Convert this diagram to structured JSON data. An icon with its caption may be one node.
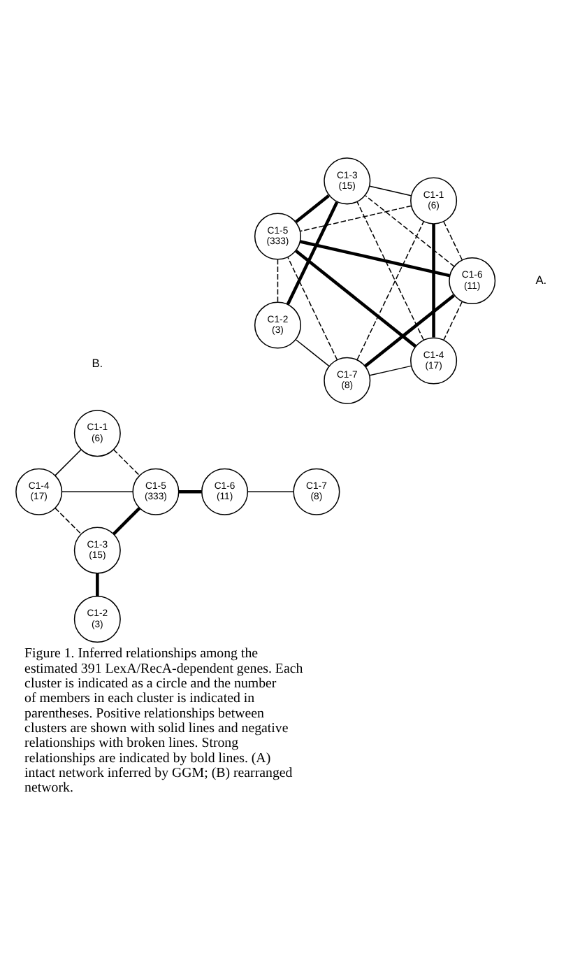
{
  "diagram": {
    "caption": "Figure 1. Inferred relationships among the estimated 391 LexA/RecA-dependent genes. Each cluster is indicated as a circle and the number of members in each cluster is indicated in parentheses. Positive relationships between clusters are shown with solid lines and negative relationships with broken lines. Strong relationships are indicated by bold lines. (A) intact network inferred by GGM; (B) rearranged network.",
    "nodes": [
      {
        "text": [
          "C1-7",
          "(8)"
        ]
      },
      {
        "text": [
          "C1-1",
          "(6)"
        ]
      },
      {
        "text": [
          "C1-6",
          "(11)"
        ]
      },
      {
        "text": [
          "C1-2",
          "(3)"
        ]
      },
      {
        "text": [
          "C1-5",
          "(333)"
        ]
      },
      {
        "text": [
          "C1-3",
          "(15)"
        ]
      },
      {
        "text": [
          "C1-4",
          "(17)"
        ]
      },
      {
        "text": [
          "C1-3",
          "(15)"
        ]
      },
      {
        "text": [
          "C1-2",
          "(3)"
        ]
      },
      {
        "text": [
          "C1-1",
          "(6)"
        ]
      },
      {
        "text": [
          "C1-4",
          "(17)"
        ]
      },
      {
        "text": [
          "C1-5",
          "(333)"
        ]
      },
      {
        "text": [
          "C1-6",
          "(11)"
        ]
      },
      {
        "text": [
          "C1-7",
          "(8)"
        ]
      }
    ],
    "edges": [
      {
        "from": 0,
        "to": 2,
        "arrow": "none",
        "style": "thick"
      },
      {
        "from": 0,
        "to": 1,
        "arrow": "none",
        "style": "dashed"
      },
      {
        "from": 0,
        "to": 6,
        "arrow": "none"
      },
      {
        "from": 0,
        "to": 4,
        "arrow": "none",
        "style": "dashed"
      },
      {
        "from": 0,
        "to": 3,
        "arrow": "none"
      },
      {
        "from": 2,
        "to": 1,
        "arrow": "none",
        "style": "dashed"
      },
      {
        "from": 2,
        "to": 4,
        "arrow": "none",
        "style": "thick"
      },
      {
        "from": 2,
        "to": 6,
        "arrow": "none",
        "style": "dashed"
      },
      {
        "from": 2,
        "to": 5,
        "arrow": "none",
        "style": "dashed"
      },
      {
        "from": 1,
        "to": 4,
        "arrow": "none",
        "style": "dashed"
      },
      {
        "from": 1,
        "to": 6,
        "arrow": "none",
        "style": "thick"
      },
      {
        "from": 1,
        "to": 5,
        "arrow": "none"
      },
      {
        "from": 3,
        "to": 4,
        "arrow": "none",
        "style": "dashed"
      },
      {
        "from": 3,
        "to": 5,
        "arrow": "none",
        "style": "thick"
      },
      {
        "from": 4,
        "to": 5,
        "arrow": "none",
        "style": "thick"
      },
      {
        "from": 4,
        "to": 6,
        "arrow": "none",
        "style": "thick"
      },
      {
        "from": 6,
        "to": 5,
        "arrow": "none",
        "style": "dashed"
      },
      {
        "from": 10,
        "to": 7,
        "arrow": "none",
        "style": "dashed"
      },
      {
        "from": 11,
        "to": 7,
        "arrow": "none",
        "style": "thick"
      },
      {
        "from": 7,
        "to": 8,
        "arrow": "none",
        "style": "thick"
      },
      {
        "from": 9,
        "to": 10,
        "arrow": "none"
      },
      {
        "from": 10,
        "to": 11,
        "arrow": "none"
      },
      {
        "from": 9,
        "to": 11,
        "arrow": "none",
        "style": "dashed"
      },
      {
        "from": 11,
        "to": 12,
        "arrow": "none",
        "style": "thick"
      },
      {
        "from": 12,
        "to": 13,
        "arrow": "none"
      }
    ],
    "labels": [
      "A.",
      "B."
    ]
  }
}
